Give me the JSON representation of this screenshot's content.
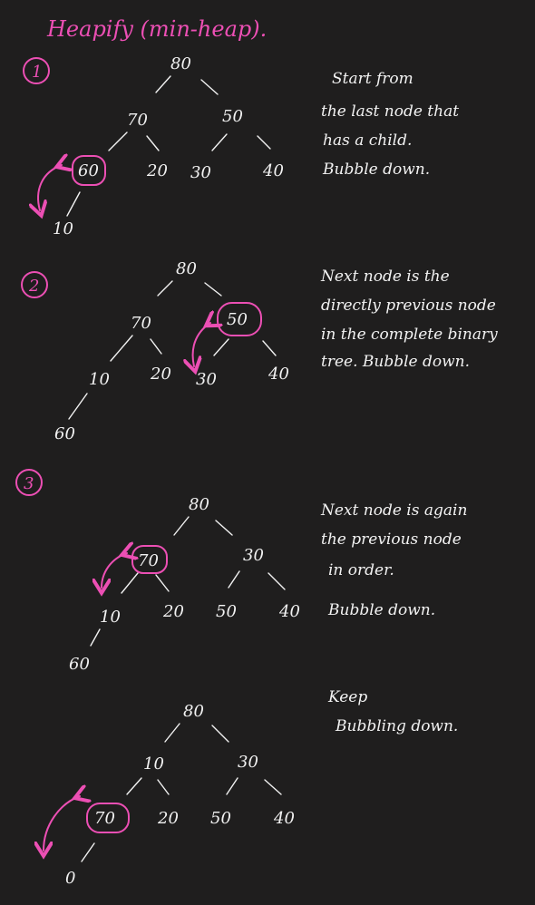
{
  "title": "Heapify (min-heap).",
  "steps": [
    {
      "number": "1",
      "nodes": [
        "80",
        "70",
        "50",
        "60",
        "20",
        "30",
        "40",
        "10"
      ],
      "notes": [
        "Start from",
        "the last node that",
        "has a child.",
        "Bubble down."
      ]
    },
    {
      "number": "2",
      "nodes": [
        "80",
        "70",
        "50",
        "10",
        "20",
        "30",
        "40",
        "60"
      ],
      "notes": [
        "Next node is the",
        "directly previous node",
        "in the complete binary",
        "tree. Bubble down."
      ]
    },
    {
      "number": "3",
      "nodes": [
        "80",
        "70",
        "30",
        "10",
        "20",
        "50",
        "40",
        "60"
      ],
      "notes": [
        "Next node is again",
        "the previous node",
        "in order.",
        "Bubble down."
      ]
    },
    {
      "nodes": [
        "80",
        "10",
        "30",
        "70",
        "20",
        "50",
        "40",
        "0"
      ],
      "notes": [
        "Keep",
        "Bubbling down."
      ]
    }
  ],
  "colors": {
    "background": "#1f1e1e",
    "ink": "#f2f2f2",
    "highlight": "#ec4fb4"
  }
}
